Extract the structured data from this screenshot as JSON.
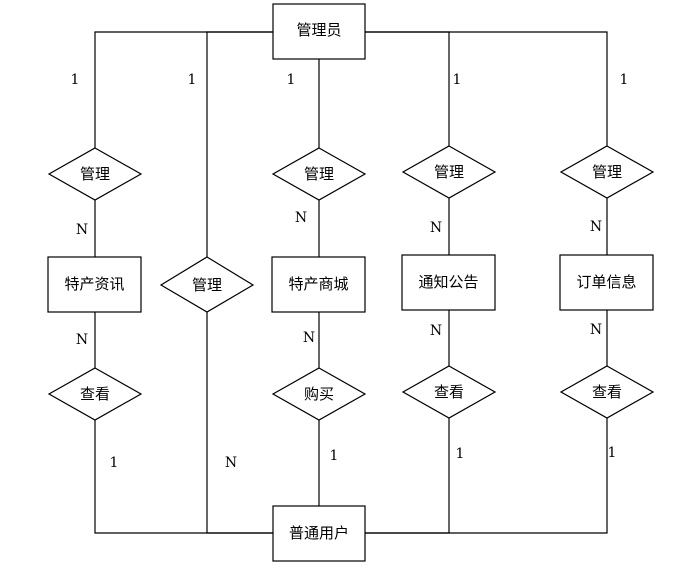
{
  "entities": {
    "admin": "管理员",
    "user": "普通用户",
    "specialty_info": "特产资讯",
    "specialty_mall": "特产商城",
    "notice": "通知公告",
    "order_info": "订单信息"
  },
  "relationships": {
    "manage_specialty_info": "管理",
    "manage_user": "管理",
    "manage_specialty_mall": "管理",
    "manage_notice": "管理",
    "manage_order_info": "管理",
    "view_specialty_info": "查看",
    "buy_specialty_mall": "购买",
    "view_notice": "查看",
    "view_order_info": "查看"
  },
  "cardinalities": {
    "admin_specialty_info": "1",
    "admin_user": "1",
    "admin_specialty_mall": "1",
    "admin_notice": "1",
    "admin_order_info": "1",
    "specialty_info_manage": "N",
    "specialty_mall_manage": "N",
    "notice_manage": "N",
    "order_info_manage": "N",
    "specialty_info_view": "N",
    "specialty_mall_buy": "N",
    "notice_view": "N",
    "order_info_view": "N",
    "user_specialty_info": "1",
    "user_admin": "N",
    "user_specialty_mall": "1",
    "user_notice": "1",
    "user_order_info": "1"
  }
}
